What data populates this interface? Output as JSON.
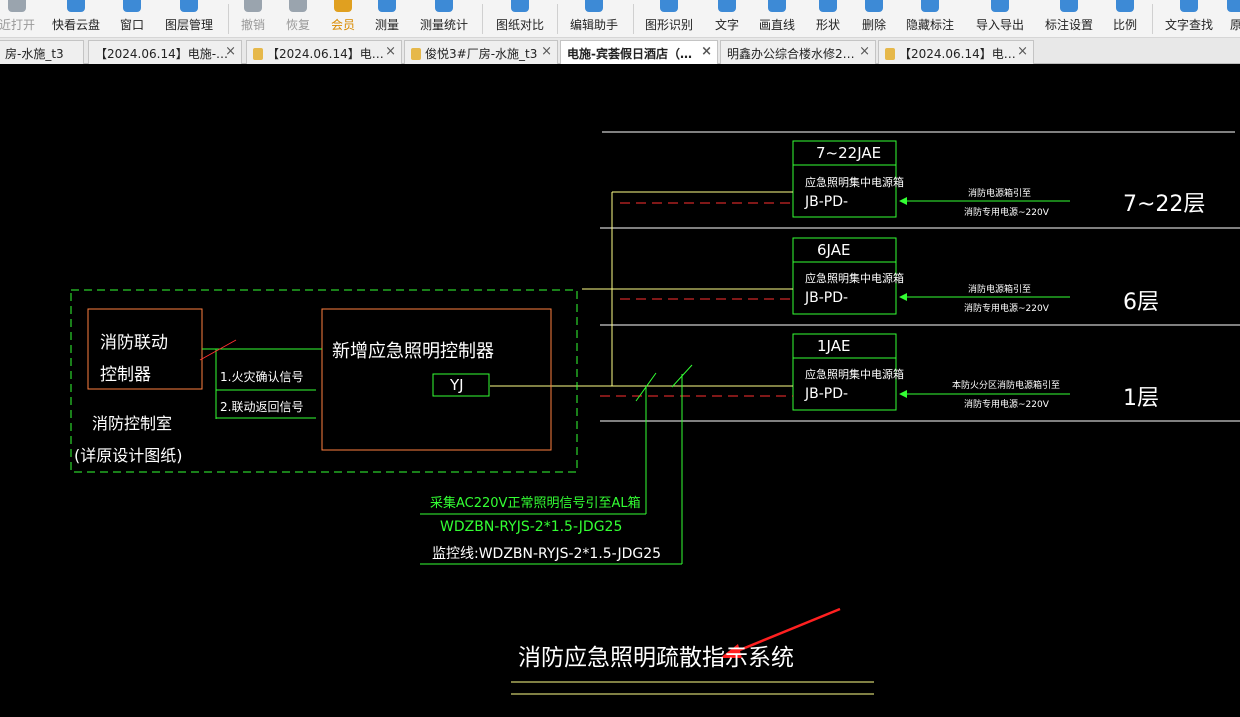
{
  "toolbar": {
    "items": [
      {
        "label": "近打开",
        "icon": "folder-icon"
      },
      {
        "label": "快看云盘",
        "icon": "cloud-icon"
      },
      {
        "label": "窗口",
        "icon": "window-icon"
      },
      {
        "label": "图层管理",
        "icon": "layers-icon"
      },
      {
        "label": "撤销",
        "icon": "undo-icon"
      },
      {
        "label": "恢复",
        "icon": "redo-icon"
      },
      {
        "label": "会员",
        "icon": "vip-icon"
      },
      {
        "label": "测量",
        "icon": "ruler-icon"
      },
      {
        "label": "测量统计",
        "icon": "measure-stats-icon"
      },
      {
        "label": "图纸对比",
        "icon": "compare-icon"
      },
      {
        "label": "编辑助手",
        "icon": "edit-icon"
      },
      {
        "label": "图形识别",
        "icon": "shape-recognition-icon"
      },
      {
        "label": "文字",
        "icon": "text-icon"
      },
      {
        "label": "画直线",
        "icon": "line-icon"
      },
      {
        "label": "形状",
        "icon": "shape-icon"
      },
      {
        "label": "删除",
        "icon": "eraser-icon"
      },
      {
        "label": "隐藏标注",
        "icon": "eye-icon"
      },
      {
        "label": "导入导出",
        "icon": "import-export-icon"
      },
      {
        "label": "标注设置",
        "icon": "settings-icon"
      },
      {
        "label": "比例",
        "icon": "scale-icon"
      },
      {
        "label": "文字查找",
        "icon": "search-icon"
      },
      {
        "label": "原",
        "icon": "more-icon"
      }
    ]
  },
  "tabs": [
    {
      "label": "房-水施_t3",
      "lock": false,
      "active": false
    },
    {
      "label": "【2024.06.14】电施-…",
      "lock": false,
      "active": false
    },
    {
      "label": "【2024.06.14】电…",
      "lock": true,
      "active": false
    },
    {
      "label": "俊悦3#厂房-水施_t3",
      "lock": true,
      "active": false
    },
    {
      "label": "电施-宾荟假日酒店（…",
      "lock": false,
      "active": true
    },
    {
      "label": "明鑫办公综合楼水修2…",
      "lock": false,
      "active": false
    },
    {
      "label": "【2024.06.14】电…",
      "lock": true,
      "active": false
    }
  ],
  "tab_close": "×",
  "drawing": {
    "panels": [
      {
        "code": "7~22JAE",
        "name": "应急照明集中电源箱",
        "model": "JB-PD-",
        "note1": "消防电源箱引至",
        "note2": "消防专用电源~220V",
        "floor": "7~22层"
      },
      {
        "code": "6JAE",
        "name": "应急照明集中电源箱",
        "model": "JB-PD-",
        "note1": "消防电源箱引至",
        "note2": "消防专用电源~220V",
        "floor": "6层"
      },
      {
        "code": "1JAE",
        "name": "应急照明集中电源箱",
        "model": "JB-PD-",
        "note1": "本防火分区消防电源箱引至",
        "note2": "消防专用电源~220V",
        "floor": "1层"
      }
    ],
    "linkage_line1": "消防联动",
    "linkage_line2": "控制器",
    "signal1": "1.火灾确认信号",
    "signal2": "2.联动返回信号",
    "controller": "新增应急照明控制器",
    "yj": "YJ",
    "room_line1": "消防控制室",
    "room_line2": "(详原设计图纸)",
    "cable1": "采集AC220V正常照明信号引至AL箱",
    "cable2": "WDZBN-RYJS-2*1.5-JDG25",
    "cable3": "监控线:WDZBN-RYJS-2*1.5-JDG25",
    "title": "消防应急照明疏散指示系统"
  },
  "colors": {
    "green": "#33ff33",
    "yellow": "#ffff88",
    "orange": "#ff8040",
    "red": "#ff3030",
    "white": "#ffffff",
    "toolbar_accent": "#3d8ad6",
    "vip": "#e0a020"
  }
}
